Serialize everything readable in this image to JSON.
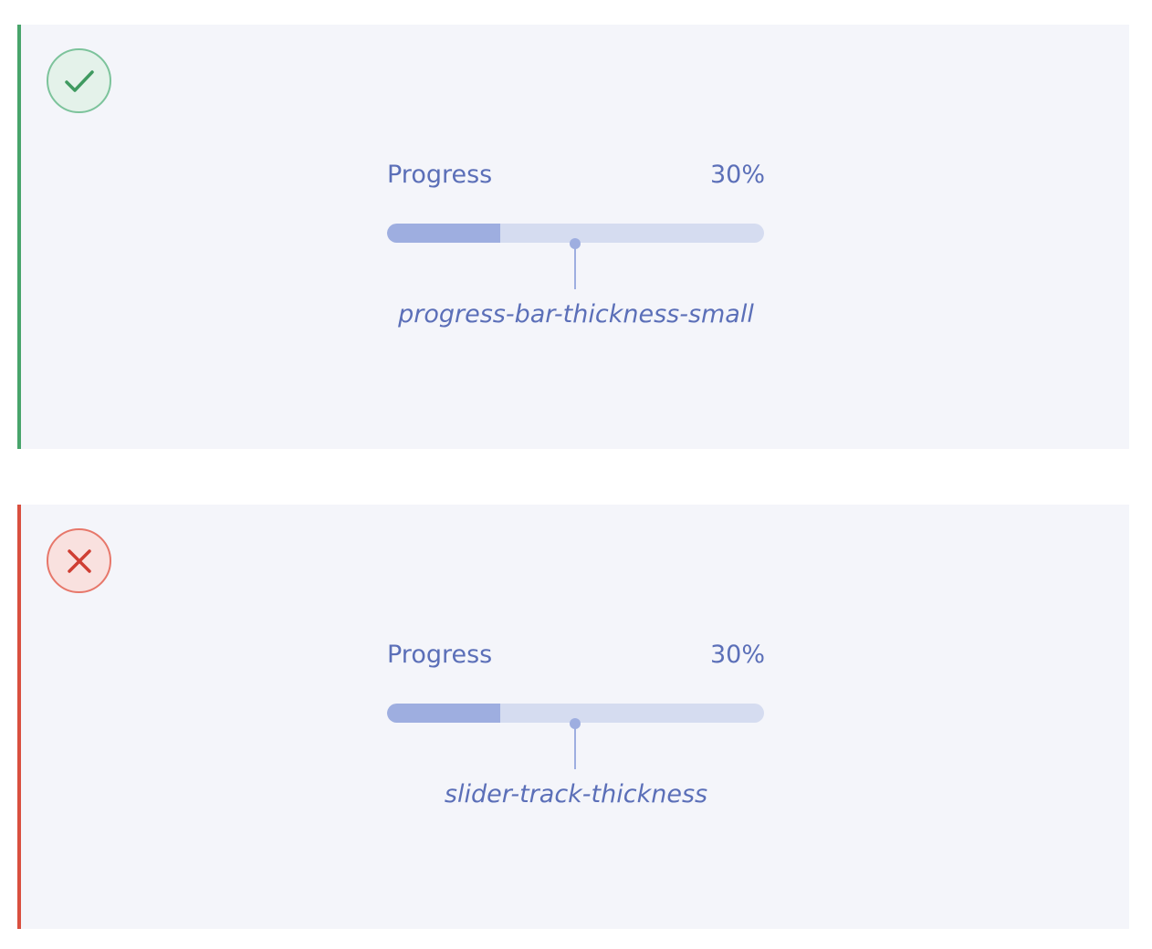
{
  "colors": {
    "do_accent": "#48a46b",
    "dont_accent": "#d94f3f",
    "card_bg": "#f4f5fa",
    "text": "#5b6fb8",
    "track": "#d5dcf0",
    "fill": "#9eaee0"
  },
  "examples": [
    {
      "kind": "do",
      "icon": "checkmark-icon",
      "label": "Progress",
      "value_text": "30%",
      "progress": 0.3,
      "token": "progress-bar-thickness-small"
    },
    {
      "kind": "dont",
      "icon": "x-icon",
      "label": "Progress",
      "value_text": "30%",
      "progress": 0.3,
      "token": "slider-track-thickness"
    }
  ]
}
